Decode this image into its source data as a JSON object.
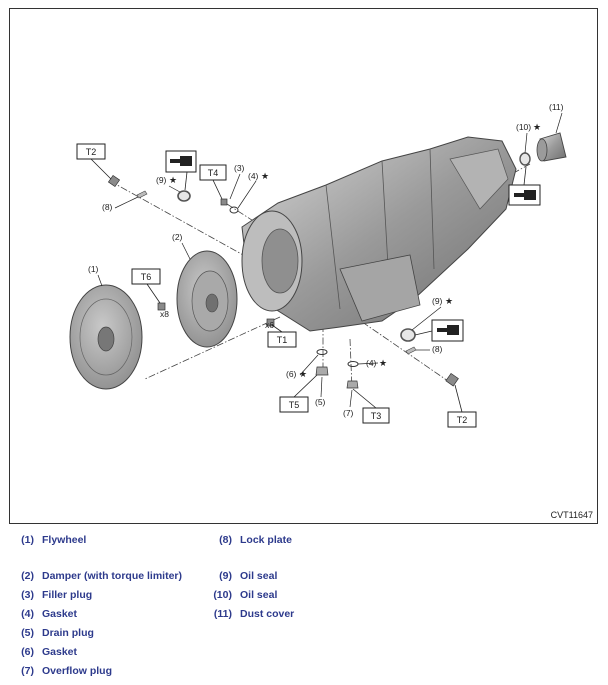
{
  "figure": {
    "code": "CVT11647",
    "callouts": {
      "c1": "(1)",
      "c2": "(2)",
      "c3": "(3)",
      "c4a": "(4)",
      "c4b": "(4)",
      "c5": "(5)",
      "c6": "(6)",
      "c7": "(7)",
      "c8a": "(8)",
      "c8b": "(8)",
      "c9a": "(9)",
      "c9b": "(9)",
      "c10": "(10)",
      "c11": "(11)"
    },
    "star": "★",
    "torque": {
      "t1": "T1",
      "t2a": "T2",
      "t2b": "T2",
      "t3": "T3",
      "t4": "T4",
      "t5": "T5",
      "t6": "T6"
    },
    "qty": {
      "x8": "x8",
      "x6": "x6"
    }
  },
  "legend": [
    {
      "num": "(1)",
      "label": "Flywheel"
    },
    {
      "num": "(2)",
      "label": "Damper (with torque limiter)"
    },
    {
      "num": "(3)",
      "label": "Filler plug"
    },
    {
      "num": "(4)",
      "label": "Gasket"
    },
    {
      "num": "(5)",
      "label": "Drain plug"
    },
    {
      "num": "(6)",
      "label": "Gasket"
    },
    {
      "num": "(7)",
      "label": "Overflow plug"
    },
    {
      "num": "(8)",
      "label": "Lock plate"
    },
    {
      "num": "(9)",
      "label": "Oil seal"
    },
    {
      "num": "(10)",
      "label": "Oil seal"
    },
    {
      "num": "(11)",
      "label": "Dust cover"
    }
  ]
}
